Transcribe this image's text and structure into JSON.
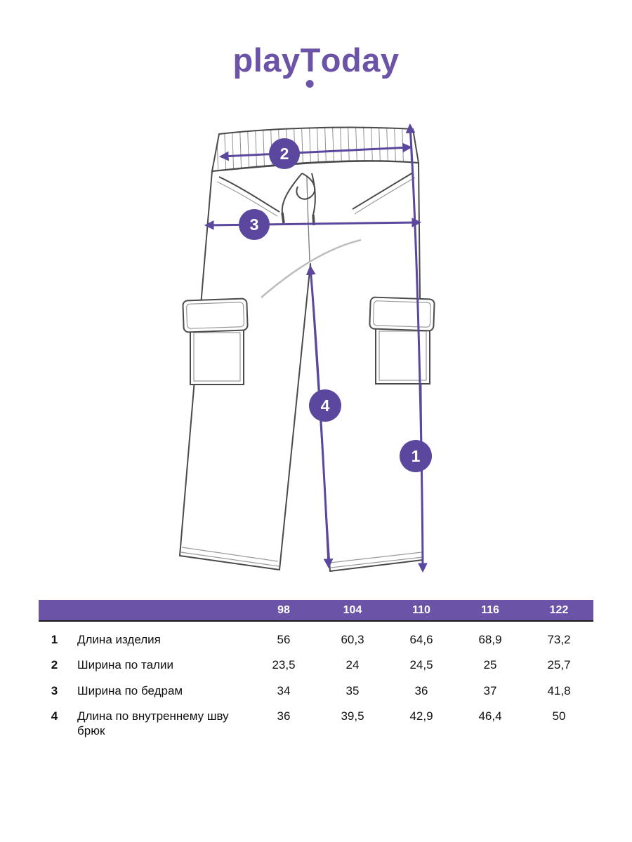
{
  "logo": {
    "play": "play",
    "t": "T",
    "oday": "oday"
  },
  "colors": {
    "accent": "#6B53A8",
    "marker": "#5B479E"
  },
  "diagram": {
    "markers": [
      "1",
      "2",
      "3",
      "4"
    ]
  },
  "table": {
    "sizes": [
      "98",
      "104",
      "110",
      "116",
      "122"
    ],
    "rows": [
      {
        "num": "1",
        "label": "Длина изделия",
        "values": [
          "56",
          "60,3",
          "64,6",
          "68,9",
          "73,2"
        ]
      },
      {
        "num": "2",
        "label": "Ширина по талии",
        "values": [
          "23,5",
          "24",
          "24,5",
          "25",
          "25,7"
        ]
      },
      {
        "num": "3",
        "label": "Ширина по бедрам",
        "values": [
          "34",
          "35",
          "36",
          "37",
          "41,8"
        ]
      },
      {
        "num": "4",
        "label": "Длина по внутреннему шву брюк",
        "values": [
          "36",
          "39,5",
          "42,9",
          "46,4",
          "50"
        ]
      }
    ]
  }
}
